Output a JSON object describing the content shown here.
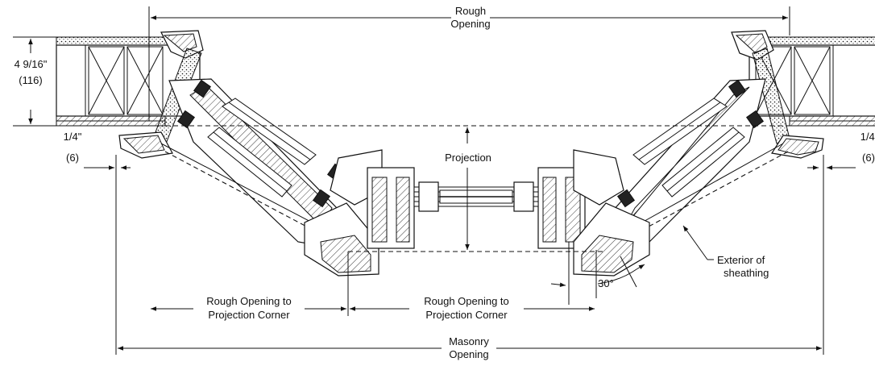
{
  "labels": {
    "rough_opening_line1": "Rough",
    "rough_opening_line2": "Opening",
    "wall_depth_imperial": "4 9/16\"",
    "wall_depth_metric": "(116)",
    "gap_left_imperial": "1/4\"",
    "gap_left_metric": "(6)",
    "gap_right_imperial": "1/4'",
    "gap_right_metric": "(6)",
    "projection": "Projection",
    "exterior_line1": "Exterior of",
    "exterior_line2": "sheathing",
    "angle": "30°",
    "ro_corner_left_line1": "Rough Opening to",
    "ro_corner_left_line2": "Projection Corner",
    "ro_corner_mid_line1": "Rough Opening to",
    "ro_corner_mid_line2": "Projection Corner",
    "masonry_line1": "Masonry",
    "masonry_line2": "Opening"
  }
}
